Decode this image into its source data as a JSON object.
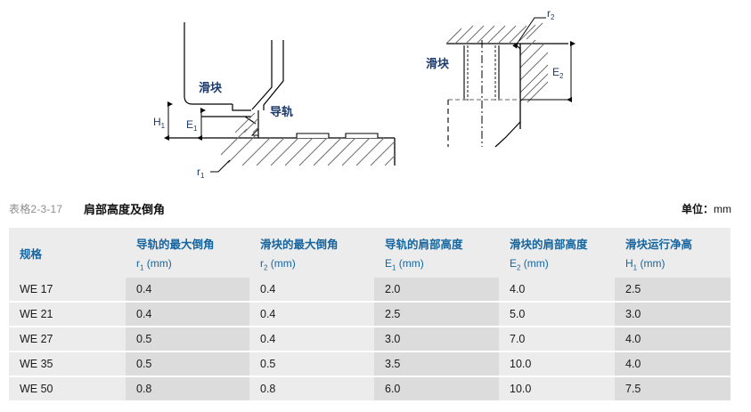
{
  "figure": {
    "left_diagram": {
      "labels": {
        "slider": "滑块",
        "rail": "导轨",
        "h1": "H",
        "h1_sub": "1",
        "e1": "E",
        "e1_sub": "1",
        "r1": "r",
        "r1_sub": "1"
      }
    },
    "right_diagram": {
      "labels": {
        "slider": "滑块",
        "r2": "r",
        "r2_sub": "2",
        "e2": "E",
        "e2_sub": "2"
      }
    }
  },
  "caption": {
    "number": "表格2-3-17",
    "title": "肩部高度及倒角",
    "unit_label": "单位：",
    "unit_value": "mm"
  },
  "colors": {
    "header_text": "#1565a0",
    "label_text": "#1b3a6b",
    "header_bg": "#ececec",
    "row_bg": "#ececec",
    "row_bg_alt": "#dcdcdc"
  },
  "table": {
    "headers": [
      {
        "line1": "规格",
        "line2": "",
        "sub": ""
      },
      {
        "line1": "导轨的最大倒角",
        "line2_prefix": "r",
        "sub": "1",
        "line2_suffix": " (mm)"
      },
      {
        "line1": "滑块的最大倒角",
        "line2_prefix": "r",
        "sub": "2",
        "line2_suffix": " (mm)"
      },
      {
        "line1": "导轨的肩部高度",
        "line2_prefix": "E",
        "sub": "1",
        "line2_suffix": " (mm)"
      },
      {
        "line1": "滑块的肩部高度",
        "line2_prefix": "E",
        "sub": "2",
        "line2_suffix": " (mm)"
      },
      {
        "line1": "滑块运行净高",
        "line2_prefix": "H",
        "sub": "1",
        "line2_suffix": " (mm)"
      }
    ],
    "rows": [
      {
        "spec": "WE 17",
        "r1": "0.4",
        "r2": "0.4",
        "e1": "2.0",
        "e2": "4.0",
        "h1": "2.5"
      },
      {
        "spec": "WE 21",
        "r1": "0.4",
        "r2": "0.4",
        "e1": "2.5",
        "e2": "5.0",
        "h1": "3.0"
      },
      {
        "spec": "WE 27",
        "r1": "0.5",
        "r2": "0.4",
        "e1": "3.0",
        "e2": "7.0",
        "h1": "4.0"
      },
      {
        "spec": "WE 35",
        "r1": "0.5",
        "r2": "0.5",
        "e1": "3.5",
        "e2": "10.0",
        "h1": "4.0"
      },
      {
        "spec": "WE 50",
        "r1": "0.8",
        "r2": "0.8",
        "e1": "6.0",
        "e2": "10.0",
        "h1": "7.5"
      }
    ]
  }
}
